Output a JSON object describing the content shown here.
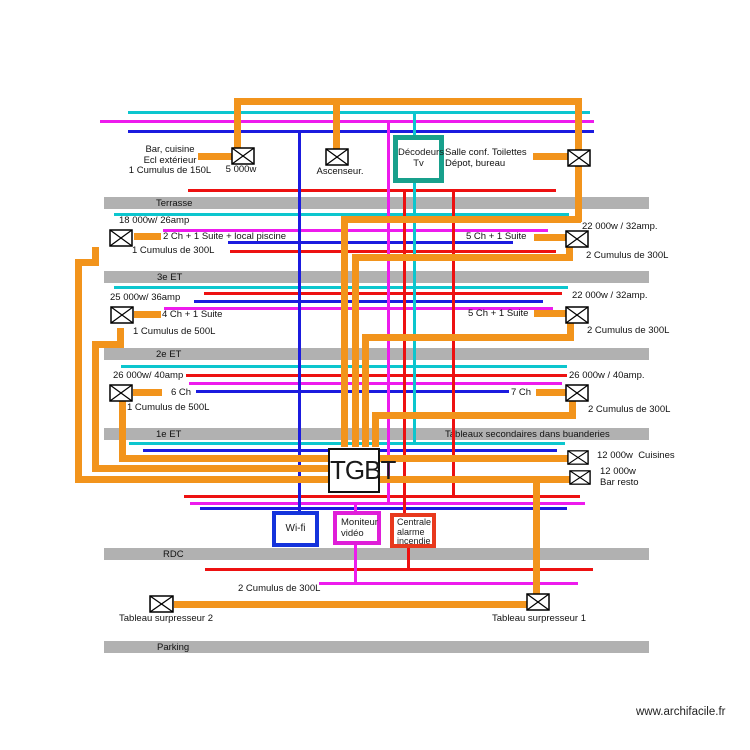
{
  "watermark": "www.archifacile.fr",
  "colors": {
    "orange_feeder": "#F2941C",
    "cyan_wire": "#0CC6CE",
    "magenta_wire": "#ED1BED",
    "blue_wire": "#1B1BDF",
    "red_wire": "#ED1111",
    "floor_bar_gray": "#B1B1B1",
    "decodeurs_border": "#18A08C",
    "wifi_border": "#1433DC",
    "moniteur_border": "#DF1ED8",
    "centrale_border": "#E8391D"
  },
  "floors": {
    "terrasse": "Terrasse",
    "et3": "3e ET",
    "et2": "2e ET",
    "et1": "1e ET",
    "et1_note": "Tableaux secondaires dans buanderies",
    "rdc": "RDC",
    "parking": "Parking"
  },
  "top": {
    "feeder_line1": "Bar, cuisine",
    "feeder_line2": "Ecl extérieur",
    "feeder_line3": "1 Cumulus de 150L",
    "feeder_power": "5 000w",
    "ascenseur": "Ascenseur.",
    "decodeurs_line1": "Décodeurs",
    "decodeurs_line2": "Tv",
    "salle_line1": "Salle conf. Toilettes",
    "salle_line2": "Dépot, bureau"
  },
  "terrasse": {
    "left_power": "18 000w/ 26amp",
    "left_circuit": "2 Ch + 1 Suite + local piscine",
    "left_cumulus": "1 Cumulus de 300L",
    "right_power": "22 000w / 32amp.",
    "right_circuit": "5 Ch + 1 Suite",
    "right_cumulus": "2 Cumulus de 300L"
  },
  "et3": {
    "left_power": "25 000w/ 36amp",
    "left_circuit": "4 Ch + 1 Suite",
    "left_cumulus": "1 Cumulus de 500L",
    "right_power": "22 000w / 32amp.",
    "right_circuit": "5 Ch + 1 Suite",
    "right_cumulus": "2 Cumulus de 300L"
  },
  "et2": {
    "left_power": "26 000w/ 40amp",
    "left_circuit": "6 Ch",
    "left_cumulus": "1 Cumulus de 500L",
    "right_power": "26 000w / 40amp.",
    "right_circuit": "7 Ch",
    "right_cumulus": "2 Cumulus de 300L"
  },
  "et1": {
    "cuisines": "12 000w  Cuisines",
    "bar_line1": "12 000w",
    "bar_line2": "Bar resto"
  },
  "tgbt": "TGBT",
  "devices": {
    "wifi": "Wi-fi",
    "moniteur_line1": "Moniteur",
    "moniteur_line2": "vidéo",
    "centrale_line1": "Centrale",
    "centrale_line2": "alarme",
    "centrale_line3": "incendie"
  },
  "rdc": {
    "cumulus": "2 Cumulus de 300L",
    "surpresseur2": "Tableau surpresseur 2",
    "surpresseur1": "Tableau surpresseur 1"
  }
}
